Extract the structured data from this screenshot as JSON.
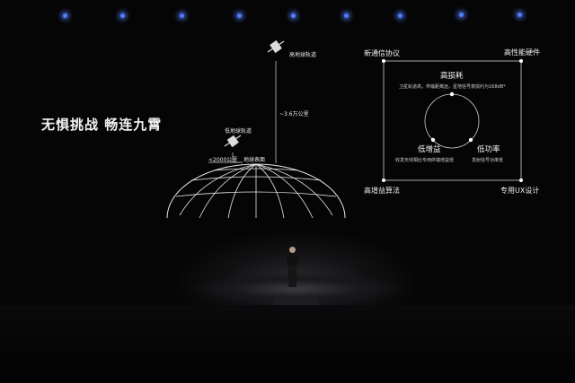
{
  "slide": {
    "headline": "无惧挑战 畅连九霄",
    "high_orbit_label": "高地球轨道",
    "distance_high": "~3.6万公里",
    "low_orbit_label": "低地球轨道",
    "distance_low": "<2000公里",
    "earth_surface_label": "地球表面"
  },
  "panel": {
    "top_left": "新通信协议",
    "top_right": "高性能硬件",
    "bottom_left": "高增益算法",
    "bottom_right": "专用UX设计",
    "node_top_title": "高损耗",
    "node_top_desc": "卫星轨道高，传输距离远，星地信号衰损约为168dB*",
    "node_left_title": "低增益",
    "node_left_desc": "收发天线相比专用终端增益低",
    "node_right_title": "低功率",
    "node_right_desc": "发射信号功率低"
  },
  "colors": {
    "ceiling_light": "#4c7dff",
    "line": "#e6e6e6",
    "background": "#000000"
  },
  "icons": {
    "high_satellite": "satellite-icon",
    "low_satellite": "satellite-icon"
  }
}
